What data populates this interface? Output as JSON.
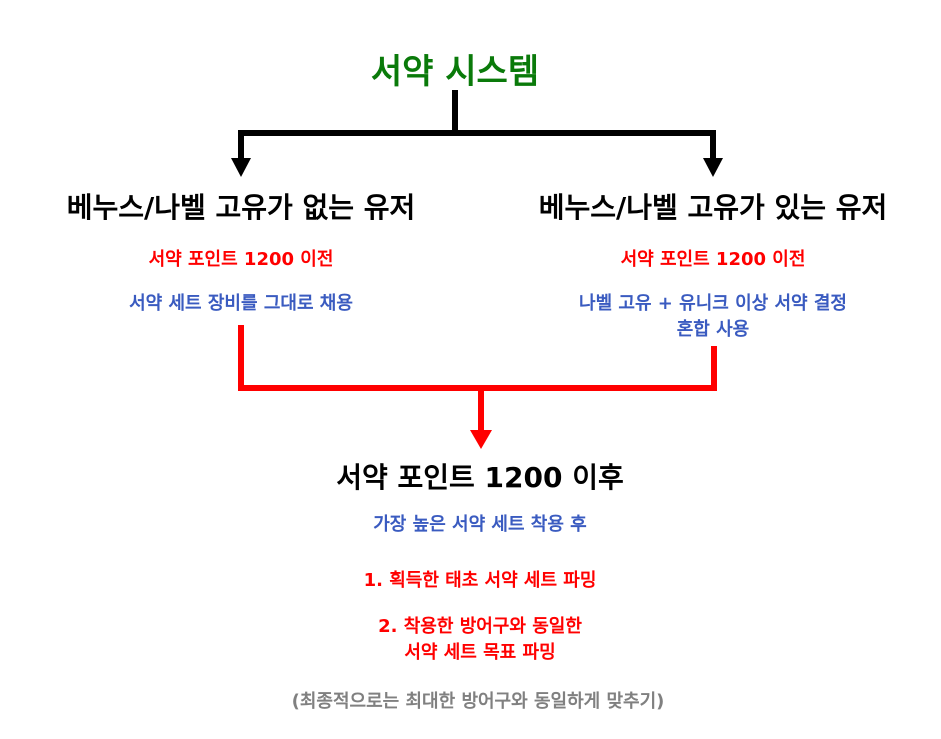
{
  "title": "서약 시스템",
  "left": {
    "heading": "베누스/나벨 고유가 없는 유저",
    "condition": "서약 포인트 1200 이전",
    "action": "서약 세트 장비를 그대로 채용"
  },
  "right": {
    "heading": "베누스/나벨 고유가 있는 유저",
    "condition": "서약 포인트 1200 이전",
    "action_line1": "나벨 고유 + 유니크 이상 서약 결정",
    "action_line2": "혼합 사용"
  },
  "after": {
    "heading": "서약 포인트 1200 이후",
    "step0": "가장 높은 서약 세트 착용 후",
    "step1": "1. 획득한 태초 서약 세트 파밍",
    "step2_line1": "2. 착용한 방어구와 동일한",
    "step2_line2": "서약 세트 목표 파밍",
    "note": "(최종적으로는 최대한 방어구와 동일하게 맞추기)"
  },
  "colors": {
    "title": "#0a7a0a",
    "red": "#ff0000",
    "blue": "#3a5bc0",
    "gray": "#808080"
  }
}
